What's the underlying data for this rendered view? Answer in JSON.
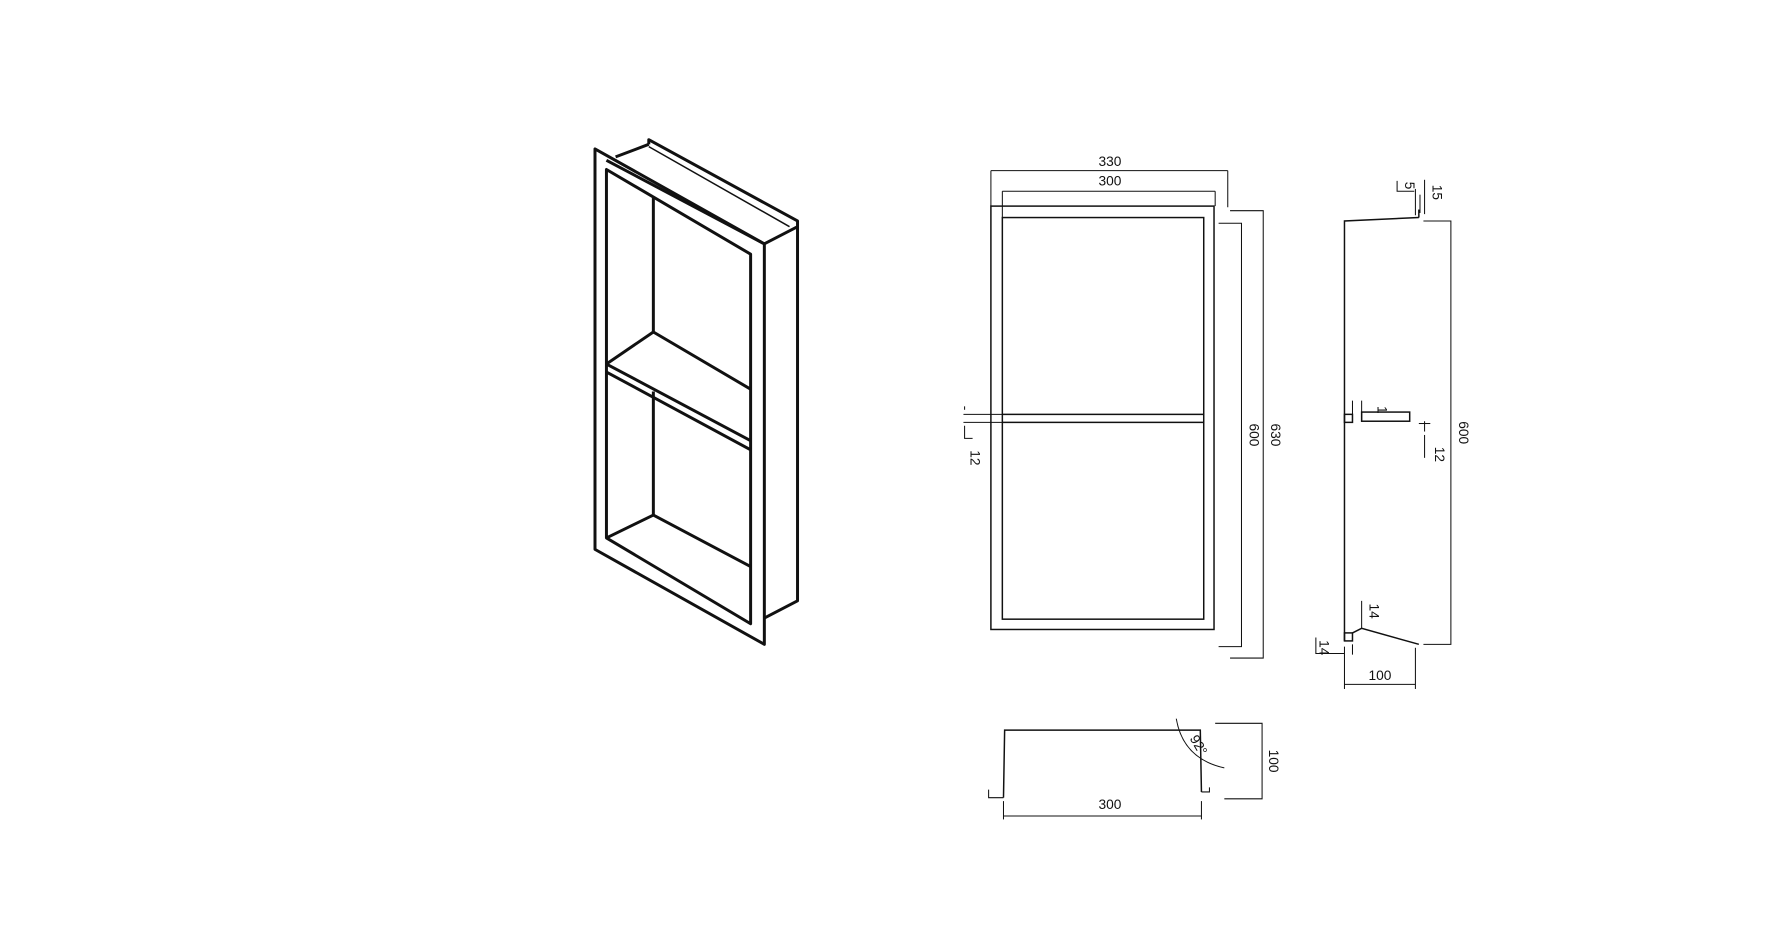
{
  "drawing": {
    "front_view": {
      "width_outer": "330",
      "width_inner": "300",
      "height_inner": "600",
      "height_outer": "630",
      "shelf_thickness": "12"
    },
    "side_view": {
      "flange_5": "5",
      "flange_15": "15",
      "shelf_1": "1",
      "shelf_12": "12",
      "height": "600",
      "bottom_14_upper": "14",
      "bottom_14_left": "14",
      "depth": "100"
    },
    "top_view": {
      "width": "300",
      "depth": "100",
      "angle": "92°"
    },
    "colors": {
      "line": "#111111",
      "background": "#ffffff"
    }
  }
}
